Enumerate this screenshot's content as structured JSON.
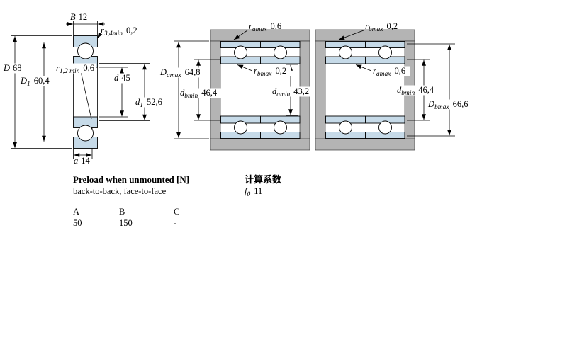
{
  "colors": {
    "ring": "#c6dae8",
    "steel": "#b4b4b4",
    "line": "#000000"
  },
  "left_view": {
    "B": {
      "pre": "B",
      "value": "12"
    },
    "r34": {
      "pre": "r",
      "sub": "3,4min",
      "value": "0,2"
    },
    "r12": {
      "pre": "r",
      "sub": "1,2 min",
      "value": "0,6"
    },
    "D": {
      "pre": "D",
      "value": "68"
    },
    "D1": {
      "pre": "D",
      "sub": "1",
      "value": "60,4"
    },
    "d": {
      "pre": "d",
      "value": "45"
    },
    "d1": {
      "pre": "d",
      "sub": "1",
      "value": "52,6"
    },
    "a": {
      "pre": "a",
      "value": "14"
    }
  },
  "middle_view": {
    "ramax": {
      "pre": "r",
      "sub": "amax",
      "value": "0,6"
    },
    "Damax": {
      "pre": "D",
      "sub": "amax",
      "value": "64,8"
    },
    "dbmin": {
      "pre": "d",
      "sub": "bmin",
      "value": "46,4"
    },
    "rbmax": {
      "pre": "r",
      "sub": "bmax",
      "value": "0,2"
    },
    "damin": {
      "pre": "d",
      "sub": "amin",
      "value": "43,2"
    }
  },
  "right_view": {
    "rbmax": {
      "pre": "r",
      "sub": "bmax",
      "value": "0,2"
    },
    "ramax": {
      "pre": "r",
      "sub": "amax",
      "value": "0,6"
    },
    "dbmin": {
      "pre": "d",
      "sub": "bmin",
      "value": "46,4"
    },
    "Dbmax": {
      "pre": "D",
      "sub": "bmax",
      "value": "66,6"
    }
  },
  "info": {
    "preload_title": "Preload when unmounted [N]",
    "preload_subtitle": "back-to-back, face-to-face",
    "calc_title": "计算系数",
    "f0": {
      "pre": "f",
      "sub": "0",
      "value": "11"
    },
    "table": {
      "headers": [
        "A",
        "B",
        "C"
      ],
      "values": [
        "50",
        "150",
        "-"
      ]
    }
  }
}
